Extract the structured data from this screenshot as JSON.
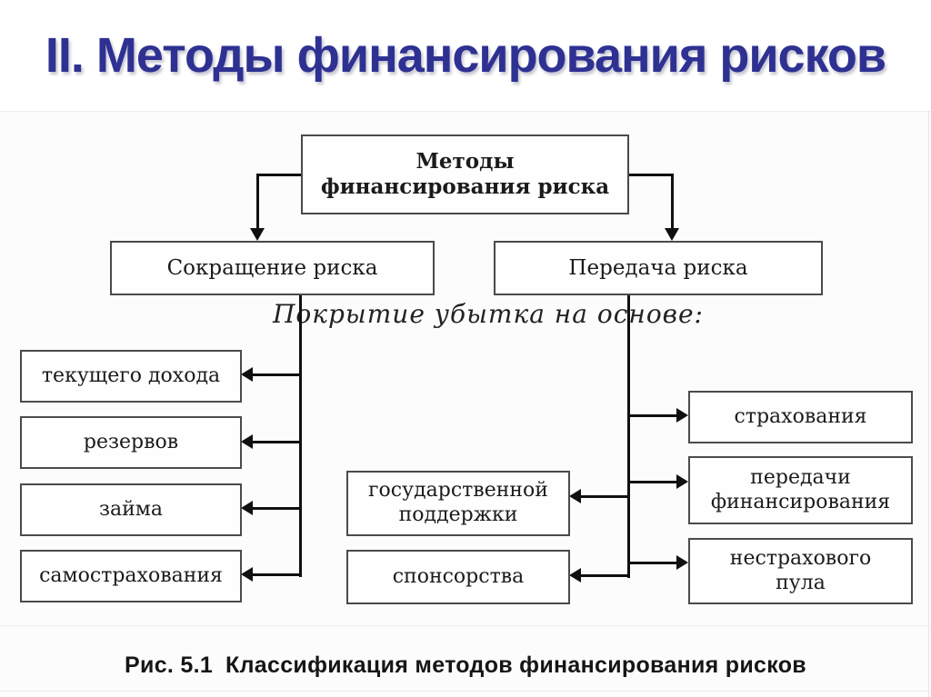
{
  "title": {
    "text": "II. Методы финансирования рисков",
    "color": "#2e3192"
  },
  "diagram": {
    "root_label": "Методы финансирования риска",
    "branch_left_label": "Сокращение риска",
    "branch_right_label": "Передача риска",
    "subtitle": "Покрытие убытка на основе:",
    "left_items": [
      "текущего дохода",
      "резервов",
      "займа",
      "самострахования"
    ],
    "middle_items": [
      "государственной поддержки",
      "спонсорства"
    ],
    "right_items": [
      "страхования",
      "передачи финансирования",
      "нестрахового пула"
    ]
  },
  "caption": {
    "number": "Рис. 5.1",
    "text": "Классификация методов финансирования рисков"
  },
  "colors": {
    "title_blue": "#2e3192",
    "line_black": "#101010",
    "box_border_gray": "#4a4a4a"
  }
}
